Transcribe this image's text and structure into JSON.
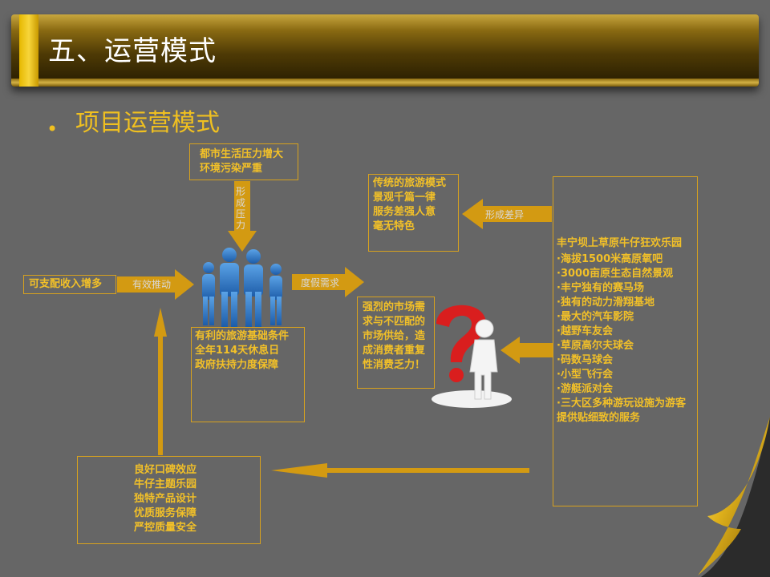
{
  "header": {
    "title": "五、运营模式"
  },
  "subtitle": "项目运营模式",
  "boxes": {
    "pressure": [
      "都市生活压力增大",
      "环境污染严重"
    ],
    "income": "可支配收入增多",
    "conditions": [
      "有利的旅游基础条件",
      "全年114天休息日",
      "政府扶持力度保障"
    ],
    "traditional": [
      "传统的旅游模式",
      "景观千篇一律",
      "服务差强人意",
      "毫无特色"
    ],
    "market": [
      "强烈的市场需",
      "求与不匹配的",
      "市场供给，造",
      "成消费者重复",
      "性消费乏力！"
    ],
    "fengning_title": "丰宁坝上草原牛仔狂欢乐园",
    "fengning_items": [
      "·海拔1500米高原氧吧",
      "·3000亩原生态自然景观",
      "·丰宁独有的赛马场",
      "·独有的动力滑翔基地",
      "·最大的汽车影院",
      "·越野车友会",
      "·草原高尔夫球会",
      "·码数马球会",
      "·小型飞行会",
      "·游艇派对会",
      "·三大区多种游玩设施为游客提供贴细致的服务"
    ],
    "results": [
      "良好口碑效应",
      "牛仔主题乐园",
      "独特产品设计",
      "优质服务保障",
      "严控质量安全"
    ]
  },
  "arrow_labels": {
    "pressure_down": [
      "形",
      "成",
      "压",
      "力"
    ],
    "promote": "有效推动",
    "vacation": "度假需求",
    "difference": "形成差异"
  },
  "colors": {
    "accent": "#f2c028",
    "arrow": "#d39a12",
    "background": "#666666"
  }
}
